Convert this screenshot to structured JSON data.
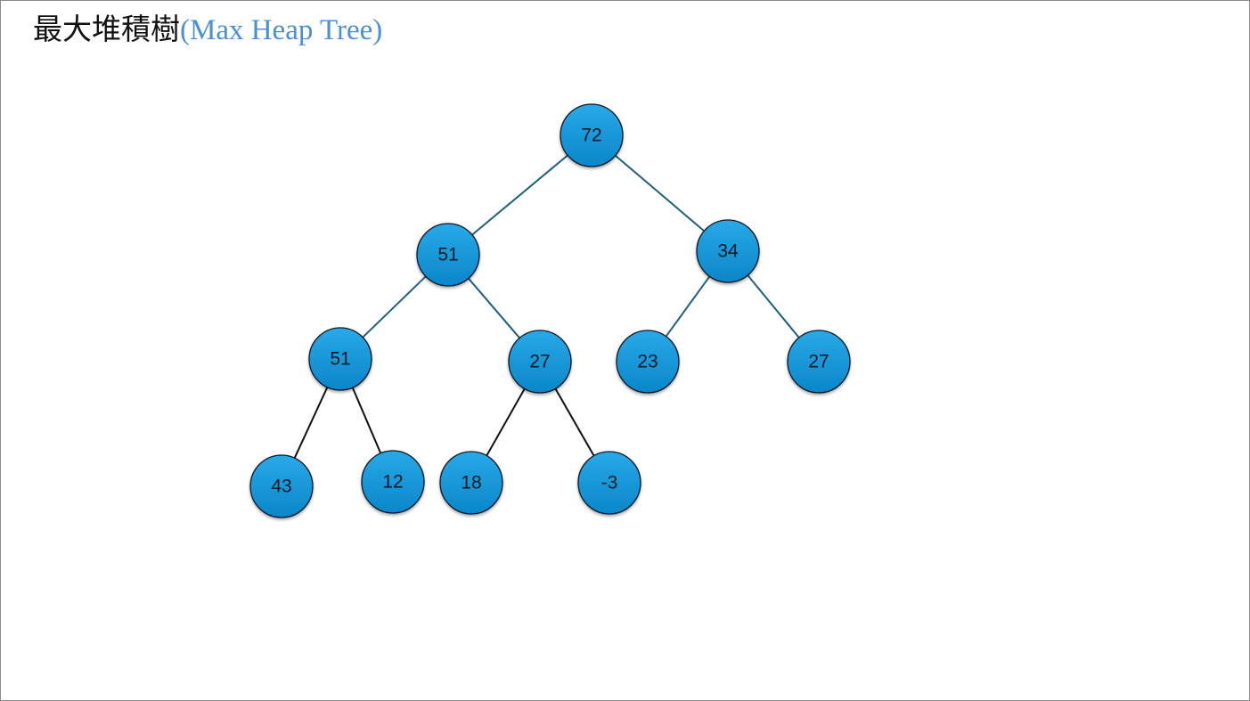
{
  "title": {
    "cjk": "最大堆積樹",
    "en": "(Max Heap Tree)"
  },
  "colors": {
    "node_fill_top": "#29a9e8",
    "node_fill_bottom": "#0a86c9",
    "node_stroke": "#101820",
    "edge_upper": "#1f5f7e",
    "edge_lower": "#111111",
    "title_accent": "#4a90d2"
  },
  "tree": {
    "nodes": [
      {
        "id": "n1",
        "label": "72"
      },
      {
        "id": "n2",
        "label": "51"
      },
      {
        "id": "n3",
        "label": "34"
      },
      {
        "id": "n4",
        "label": "51"
      },
      {
        "id": "n5",
        "label": "27"
      },
      {
        "id": "n6",
        "label": "23"
      },
      {
        "id": "n7",
        "label": "27"
      },
      {
        "id": "n8",
        "label": "43"
      },
      {
        "id": "n9",
        "label": "12"
      },
      {
        "id": "n10",
        "label": "18"
      },
      {
        "id": "n11",
        "label": "-3"
      }
    ],
    "edges": [
      {
        "from": "n1",
        "to": "n2"
      },
      {
        "from": "n1",
        "to": "n3"
      },
      {
        "from": "n2",
        "to": "n4"
      },
      {
        "from": "n2",
        "to": "n5"
      },
      {
        "from": "n3",
        "to": "n6"
      },
      {
        "from": "n3",
        "to": "n7"
      },
      {
        "from": "n4",
        "to": "n8"
      },
      {
        "from": "n4",
        "to": "n9"
      },
      {
        "from": "n5",
        "to": "n10"
      },
      {
        "from": "n5",
        "to": "n11"
      }
    ]
  }
}
